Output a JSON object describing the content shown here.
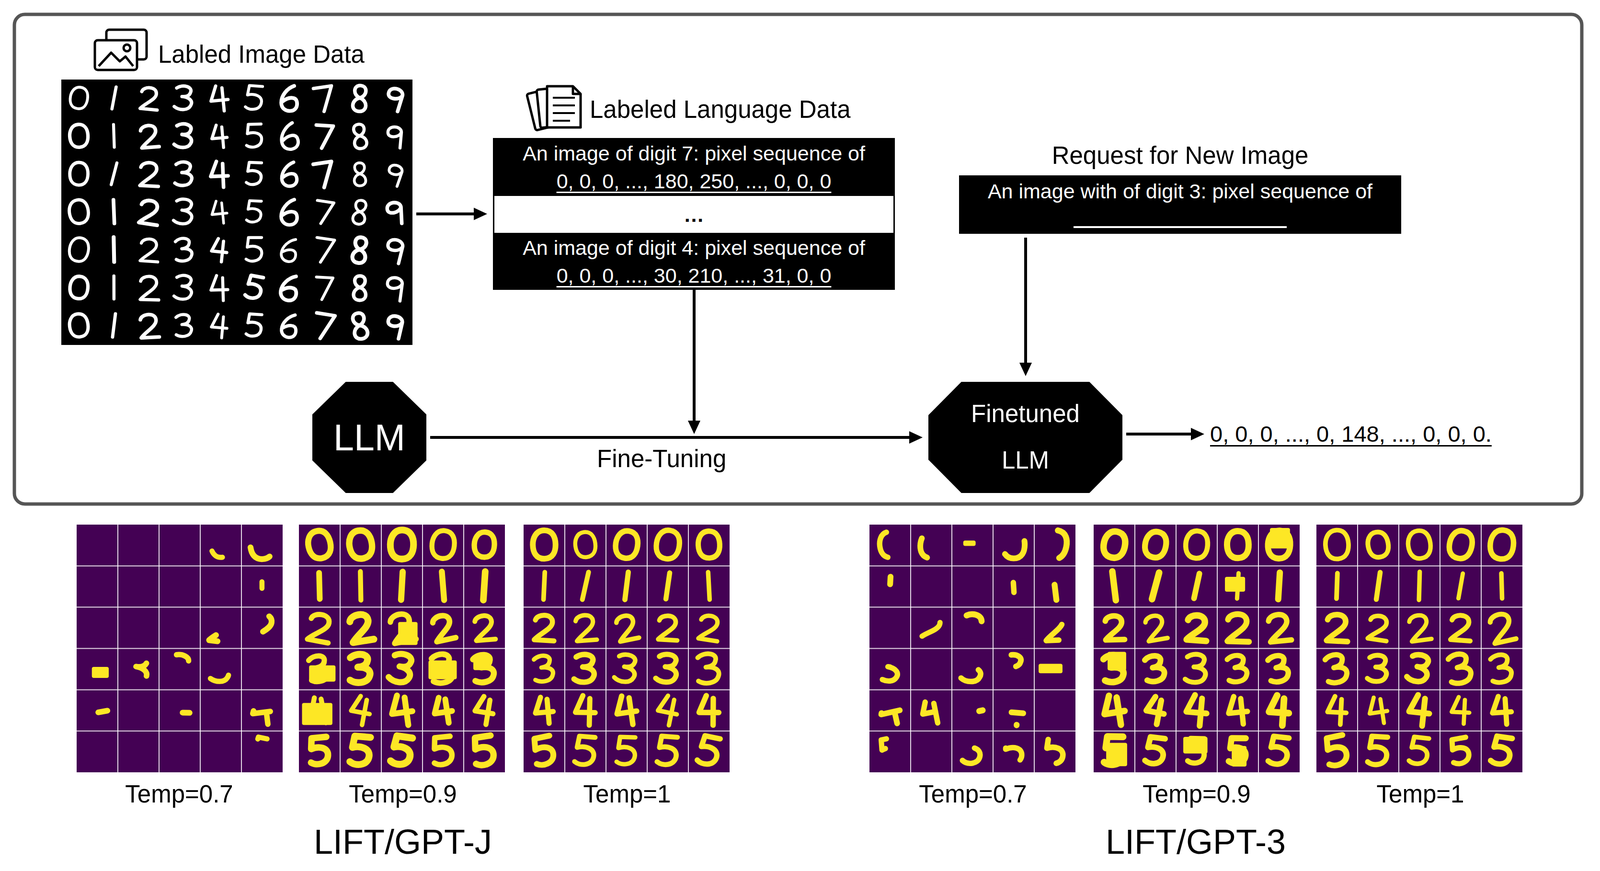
{
  "diagram": {
    "nodes": [
      {
        "text": [
          "Labled Image Data"
        ]
      },
      {
        "text": [
          "Labeled Language Data"
        ]
      },
      {
        "text": [
          "An image of digit 7: pixel sequence of",
          "0, 0, 0, ..., 180, 250, ..., 0, 0, 0"
        ],
        "in": 1
      },
      {
        "text": [
          "…"
        ],
        "in": 1
      },
      {
        "text": [
          "An image of digit 4: pixel sequence of",
          "0, 0, 0, ..., 30, 210, ..., 31, 0, 0"
        ],
        "in": 1
      },
      {
        "text": [
          "Request for New Image",
          "An image with of digit 3: pixel sequence of"
        ]
      },
      {
        "text": [
          "LLM"
        ]
      },
      {
        "text": [
          "Finetuned LLM"
        ]
      },
      {
        "text": [
          "0, 0, 0, ..., 0, 148, ..., 0, 0, 0."
        ]
      }
    ],
    "edges": [
      {
        "from": 0,
        "to": 1,
        "arrow": "to"
      },
      {
        "from": 6,
        "to": 7,
        "label": "Fine-Tuning",
        "arrow": "to"
      },
      {
        "from": 5,
        "to": 7,
        "arrow": "to"
      },
      {
        "from": 7,
        "to": 8,
        "arrow": "to"
      }
    ],
    "labels": [
      "Temp=0.7",
      "Temp=0.9",
      "Temp=1",
      "Temp=0.7",
      "Temp=0.9",
      "Temp=1",
      "LIFT/GPT-J",
      "LIFT/GPT-3"
    ]
  }
}
